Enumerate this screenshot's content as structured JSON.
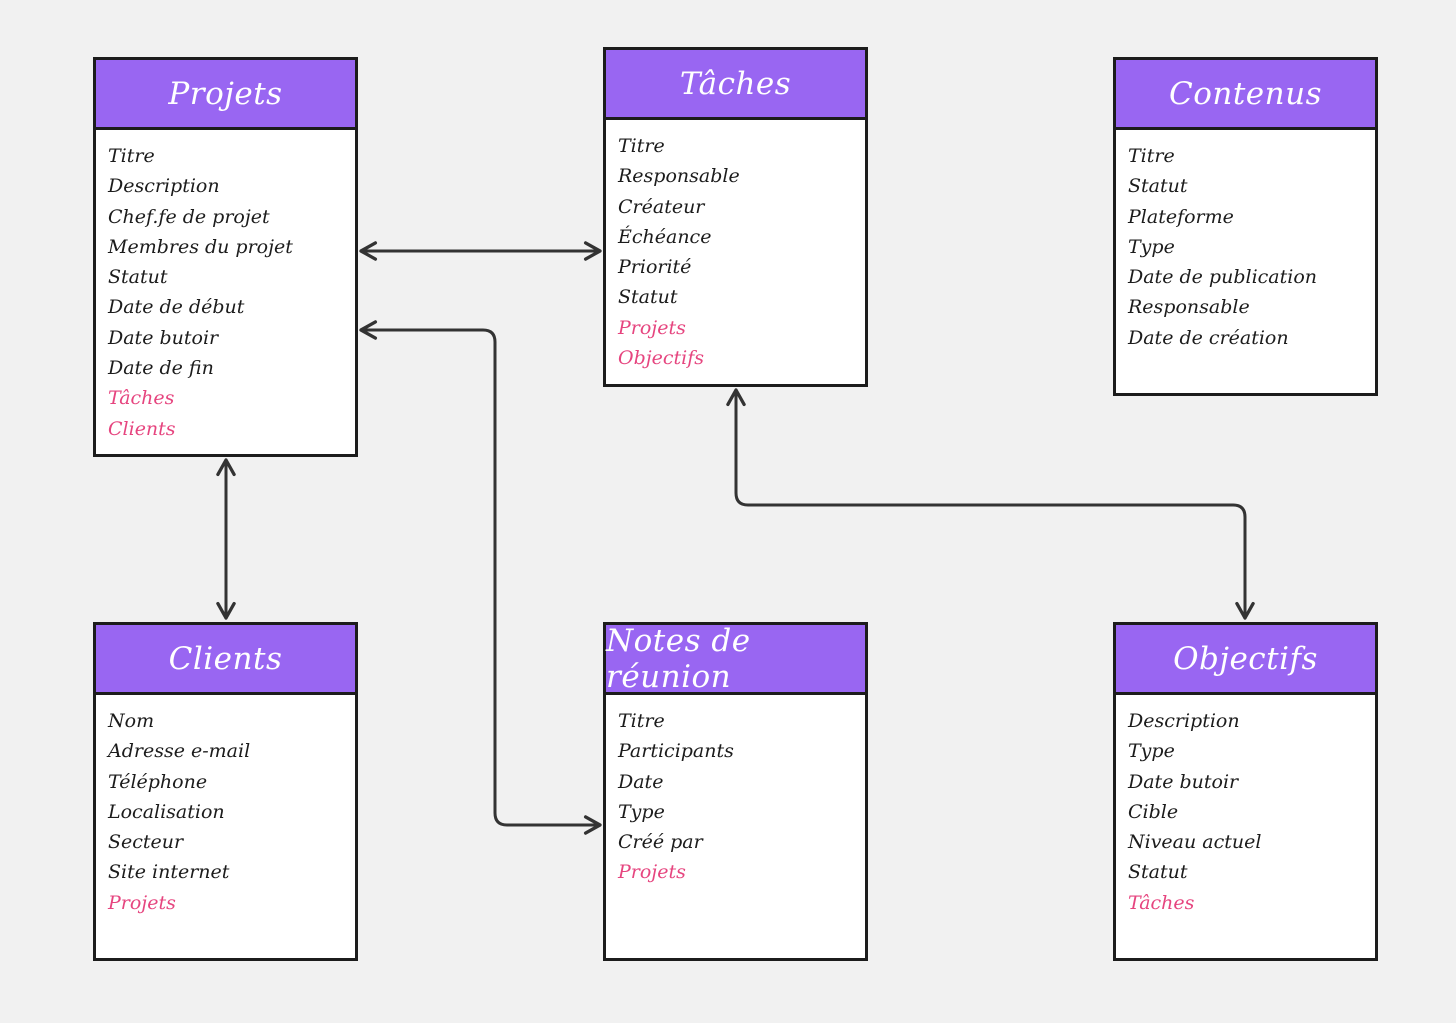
{
  "colors": {
    "background": "#f1f1f1",
    "header": "#9966f2",
    "header_text": "#ffffff",
    "border": "#1c1c1c",
    "field_text": "#1c1c1c",
    "relation_text": "#e6457f",
    "connector": "#333333"
  },
  "entities": {
    "projets": {
      "title": "Projets",
      "fields": [
        "Titre",
        "Description",
        "Chef.fe de projet",
        "Membres du projet",
        "Statut",
        "Date de début",
        "Date butoir",
        "Date de fin"
      ],
      "relations": [
        "Tâches",
        "Clients"
      ]
    },
    "taches": {
      "title": "Tâches",
      "fields": [
        "Titre",
        "Responsable",
        "Créateur",
        "Échéance",
        "Priorité",
        "Statut"
      ],
      "relations": [
        "Projets",
        "Objectifs"
      ]
    },
    "contenus": {
      "title": "Contenus",
      "fields": [
        "Titre",
        "Statut",
        "Plateforme",
        "Type",
        "Date de publication",
        "Responsable",
        "Date de création"
      ],
      "relations": []
    },
    "clients": {
      "title": "Clients",
      "fields": [
        "Nom",
        "Adresse e-mail",
        "Téléphone",
        "Localisation",
        "Secteur",
        "Site internet"
      ],
      "relations": [
        "Projets"
      ]
    },
    "notes": {
      "title": "Notes de réunion",
      "fields": [
        "Titre",
        "Participants",
        "Date",
        "Type",
        "Créé par"
      ],
      "relations": [
        "Projets"
      ]
    },
    "objectifs": {
      "title": "Objectifs",
      "fields": [
        "Description",
        "Type",
        "Date butoir",
        "Cible",
        "Niveau actuel",
        "Statut"
      ],
      "relations": [
        "Tâches"
      ]
    }
  },
  "connections": [
    {
      "from": "projets",
      "to": "taches"
    },
    {
      "from": "projets",
      "to": "notes"
    },
    {
      "from": "projets",
      "to": "clients"
    },
    {
      "from": "taches",
      "to": "objectifs"
    }
  ]
}
